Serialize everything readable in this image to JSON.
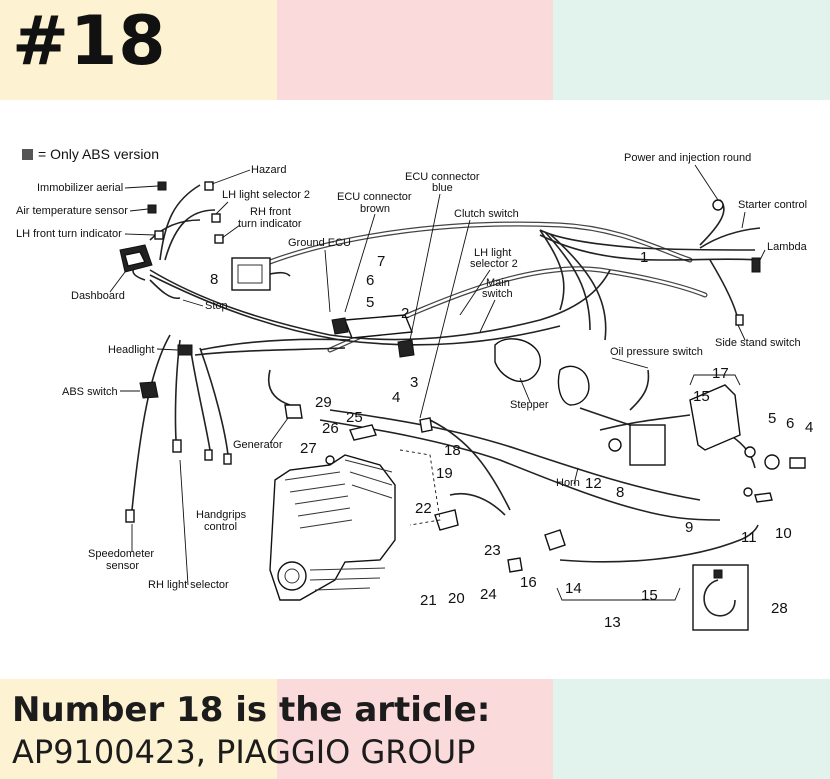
{
  "header": {
    "number": "#18"
  },
  "legend": {
    "square_color": "#555555",
    "text": "= Only ABS version"
  },
  "labels": {
    "hazard": "Hazard",
    "immobilizer_aerial": "Immobilizer aerial",
    "lh_light_selector_2_top": "LH light selector 2",
    "air_temperature_sensor": "Air temperature sensor",
    "rh_front_turn_indicator_1": "RH front",
    "rh_front_turn_indicator_2": "turn indicator",
    "lh_front_turn_indicator": "LH front turn indicator",
    "dashboard": "Dashboard",
    "stop": "Stop",
    "ground_ecu": "Ground ECU",
    "ecu_connector_brown_1": "ECU connector",
    "ecu_connector_brown_2": "brown",
    "ecu_connector_blue_1": "ECU connector",
    "ecu_connector_blue_2": "blue",
    "clutch_switch": "Clutch switch",
    "lh_light_selector_2_mid_1": "LH light",
    "lh_light_selector_2_mid_2": "selector 2",
    "main_switch_1": "Main",
    "main_switch_2": "switch",
    "power_injection_round": "Power and injection round",
    "starter_control": "Starter control",
    "lambda": "Lambda",
    "side_stand_switch": "Side stand switch",
    "headlight": "Headlight",
    "abs_switch": "ABS switch",
    "oil_pressure_switch": "Oil pressure switch",
    "stepper": "Stepper",
    "generator": "Generator",
    "horn": "Horn",
    "handgrips_control_1": "Handgrips",
    "handgrips_control_2": "control",
    "speedometer_sensor_1": "Speedometer",
    "speedometer_sensor_2": "sensor",
    "rh_light_selector": "RH light selector"
  },
  "callouts": {
    "n1": "1",
    "n2": "2",
    "n3": "3",
    "n4a": "4",
    "n4b": "4",
    "n5a": "5",
    "n5b": "5",
    "n6a": "6",
    "n6b": "6",
    "n7": "7",
    "n8a": "8",
    "n8b": "8",
    "n9": "9",
    "n10": "10",
    "n11": "11",
    "n12": "12",
    "n13": "13",
    "n14": "14",
    "n15a": "15",
    "n15b": "15",
    "n16": "16",
    "n17": "17",
    "n18": "18",
    "n19": "19",
    "n20": "20",
    "n21": "21",
    "n22": "22",
    "n23": "23",
    "n24": "24",
    "n25": "25",
    "n26": "26",
    "n27": "27",
    "n28": "28",
    "n29": "29"
  },
  "footer": {
    "line1": "Number 18 is the article:",
    "line2": "AP9100423, PIAGGIO GROUP"
  }
}
